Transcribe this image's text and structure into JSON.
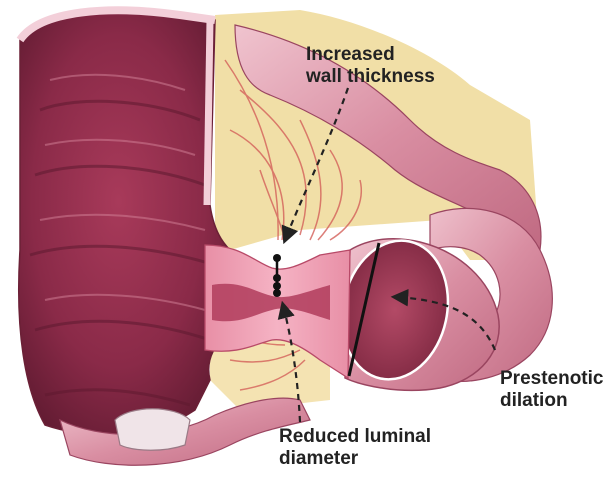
{
  "labels": {
    "wall_thickness": {
      "line1": "Increased",
      "line2": "wall thickness"
    },
    "prestenotic": {
      "line1": "Prestenotic",
      "line2": "dilation"
    },
    "reduced_diameter": {
      "line1": "Reduced luminal",
      "line2": "diameter"
    }
  },
  "colors": {
    "background": "#ffffff",
    "bowel_dark": "#8a2a48",
    "bowel_mid": "#b8546f",
    "bowel_light": "#e3a6b4",
    "mesentery": "#f1dfa7",
    "vessel": "#d4605a",
    "arrow": "#222222"
  }
}
